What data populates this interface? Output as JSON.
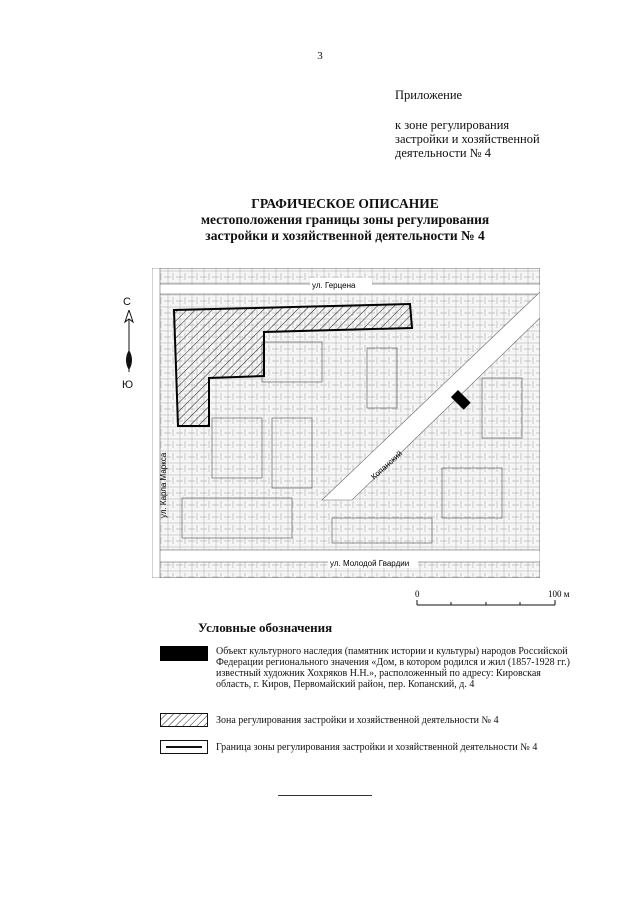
{
  "page_number": "3",
  "appendix": {
    "title": "Приложение",
    "lines": [
      "к зоне регулирования",
      "застройки и хозяйственной",
      "деятельности № 4"
    ]
  },
  "doc_title": {
    "lines": [
      "ГРАФИЧЕСКОЕ ОПИСАНИЕ",
      "местоположения границы зоны регулирования",
      "застройки и хозяйственной деятельности № 4"
    ]
  },
  "compass": {
    "north": "С",
    "south": "Ю"
  },
  "map": {
    "streets": {
      "gertsena": "ул. Герцена",
      "karla_marksa": "ул. Карла Маркса",
      "kopanskiy": "Копанский",
      "molodoy_gvardii": "ул. Молодой Гвардии"
    }
  },
  "scale": {
    "start": "0",
    "end": "100 м"
  },
  "legend": {
    "heading": "Условные обозначения",
    "items": [
      {
        "key": "heritage-object",
        "text": "Объект культурного наследия (памятник истории и культуры) народов Российской Федерации регионального значения «Дом, в котором родился и жил (1857-1928 гг.) известный художник Хохряков Н.Н.», расположенный по адресу: Кировская область, г. Киров, Первомайский район, пер. Копанский, д. 4"
      },
      {
        "key": "regulation-zone",
        "text": "Зона регулирования застройки и хозяйственной деятельности № 4"
      },
      {
        "key": "zone-border",
        "text": "Граница зоны регулирования застройки и хозяйственной деятельности № 4"
      }
    ]
  },
  "colors": {
    "ink": "#111111",
    "heritage_fill": "#000000",
    "map_line": "#555555"
  }
}
